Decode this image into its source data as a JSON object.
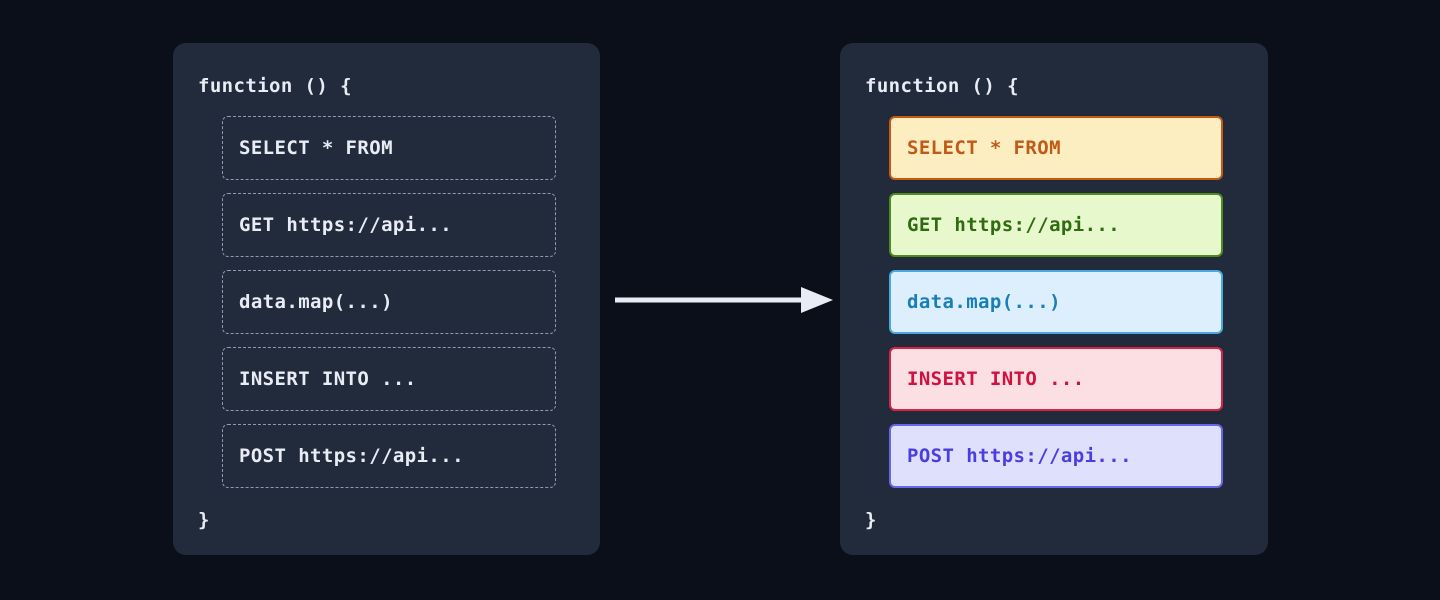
{
  "canvas": {
    "background": "#0b0f19"
  },
  "panels": {
    "before": {
      "title": "function () {",
      "footer": "}",
      "background": "#222b3c",
      "rows": [
        {
          "text": "SELECT * FROM"
        },
        {
          "text": "GET https://api..."
        },
        {
          "text": "data.map(...)"
        },
        {
          "text": "INSERT INTO ..."
        },
        {
          "text": "POST https://api..."
        }
      ]
    },
    "after": {
      "title": "function () {",
      "footer": "}",
      "background": "#222b3c",
      "rows": [
        {
          "text": "SELECT * FROM",
          "fill": "#fdeec2",
          "border": "#c75a13",
          "color": "#bf5a18",
          "kind": "sql-select"
        },
        {
          "text": "GET https://api...",
          "fill": "#e8f8cd",
          "border": "#4e8a1e",
          "color": "#2f6b10",
          "kind": "http-get"
        },
        {
          "text": "data.map(...)",
          "fill": "#ddeffc",
          "border": "#4aa8de",
          "color": "#1a7fb5",
          "kind": "js-map"
        },
        {
          "text": "INSERT INTO ...",
          "fill": "#fcdfe2",
          "border": "#d62446",
          "color": "#cf1140",
          "kind": "sql-insert"
        },
        {
          "text": "POST https://api...",
          "fill": "#dfe0fb",
          "border": "#6b63e8",
          "color": "#4a3ee0",
          "kind": "http-post"
        }
      ]
    }
  },
  "arrow": {
    "label": "transforms-into",
    "color": "#e8edf5"
  }
}
